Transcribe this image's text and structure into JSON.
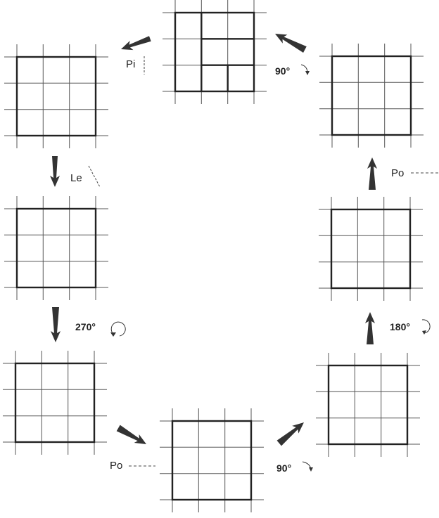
{
  "labels": {
    "pi": "Pi",
    "le": "Le",
    "po_right": "Po",
    "po_bottom": "Po"
  },
  "rotations": {
    "top_right": "90°",
    "right_middle": "180°",
    "bottom_right": "90°",
    "left_middle": "270°"
  },
  "colors": {
    "line": "#222222",
    "grid": "#555555",
    "arrow": "#333333"
  }
}
